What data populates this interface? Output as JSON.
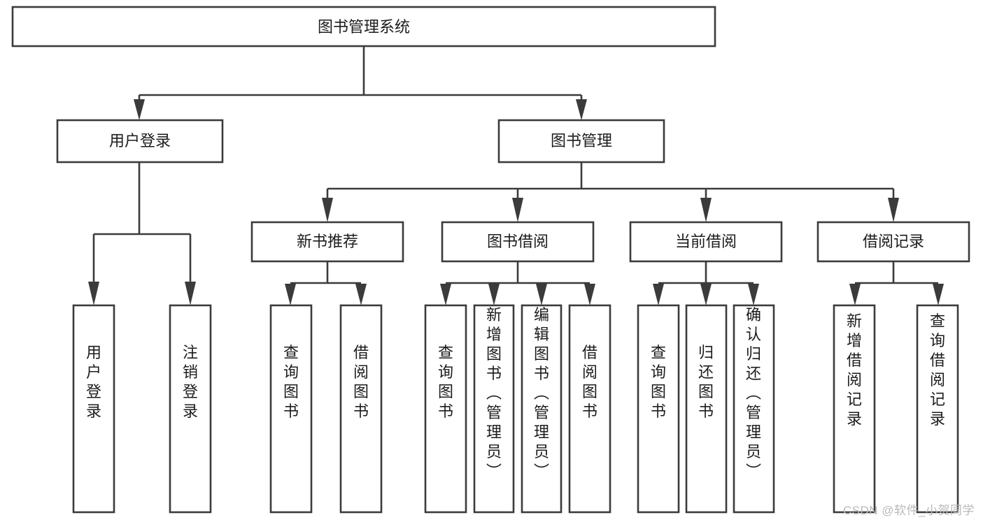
{
  "diagram": {
    "type": "tree",
    "title": "图书管理系统",
    "orientation": "top-down",
    "watermark": "CSDN @软件_小贺同学",
    "colors": {
      "box_fill": "#ffffff",
      "box_stroke": "#3b3b3b",
      "connector": "#3b3b3b",
      "text": "#1c1c1c",
      "watermark": "#b9b9b9"
    },
    "nodes": {
      "root": {
        "label": "图书管理系统",
        "level": 0,
        "orientation": "horizontal"
      },
      "l1": [
        {
          "id": "user_login",
          "label": "用户登录",
          "level": 1,
          "orientation": "horizontal"
        },
        {
          "id": "book_manage",
          "label": "图书管理",
          "level": 1,
          "orientation": "horizontal"
        }
      ],
      "l2": [
        {
          "id": "new_book_rec",
          "label": "新书推荐",
          "level": 2,
          "orientation": "horizontal",
          "parent": "book_manage"
        },
        {
          "id": "book_borrow",
          "label": "图书借阅",
          "level": 2,
          "orientation": "horizontal",
          "parent": "book_manage"
        },
        {
          "id": "current_borrow",
          "label": "当前借阅",
          "level": 2,
          "orientation": "horizontal",
          "parent": "book_manage"
        },
        {
          "id": "borrow_record",
          "label": "借阅记录",
          "level": 2,
          "orientation": "horizontal",
          "parent": "book_manage"
        }
      ],
      "leaves": [
        {
          "id": "leaf_user_login",
          "label": "用户登录",
          "parent": "user_login",
          "orientation": "vertical"
        },
        {
          "id": "leaf_logout",
          "label": "注销登录",
          "parent": "user_login",
          "orientation": "vertical"
        },
        {
          "id": "leaf_query_book_1",
          "label": "查询图书",
          "parent": "new_book_rec",
          "orientation": "vertical"
        },
        {
          "id": "leaf_borrow_book_1",
          "label": "借阅图书",
          "parent": "new_book_rec",
          "orientation": "vertical"
        },
        {
          "id": "leaf_query_book_2",
          "label": "查询图书",
          "parent": "book_borrow",
          "orientation": "vertical"
        },
        {
          "id": "leaf_add_book",
          "label": "新增图书（管理员）",
          "parent": "book_borrow",
          "orientation": "vertical"
        },
        {
          "id": "leaf_edit_book",
          "label": "编辑图书（管理员）",
          "parent": "book_borrow",
          "orientation": "vertical"
        },
        {
          "id": "leaf_borrow_book_2",
          "label": "借阅图书",
          "parent": "book_borrow",
          "orientation": "vertical"
        },
        {
          "id": "leaf_query_book_3",
          "label": "查询图书",
          "parent": "current_borrow",
          "orientation": "vertical"
        },
        {
          "id": "leaf_return_book",
          "label": "归还图书",
          "parent": "current_borrow",
          "orientation": "vertical"
        },
        {
          "id": "leaf_confirm_return",
          "label": "确认归还（管理员）",
          "parent": "current_borrow",
          "orientation": "vertical"
        },
        {
          "id": "leaf_add_record",
          "label": "新增借阅记录",
          "parent": "borrow_record",
          "orientation": "vertical"
        },
        {
          "id": "leaf_query_record",
          "label": "查询借阅记录",
          "parent": "borrow_record",
          "orientation": "vertical"
        }
      ]
    }
  }
}
